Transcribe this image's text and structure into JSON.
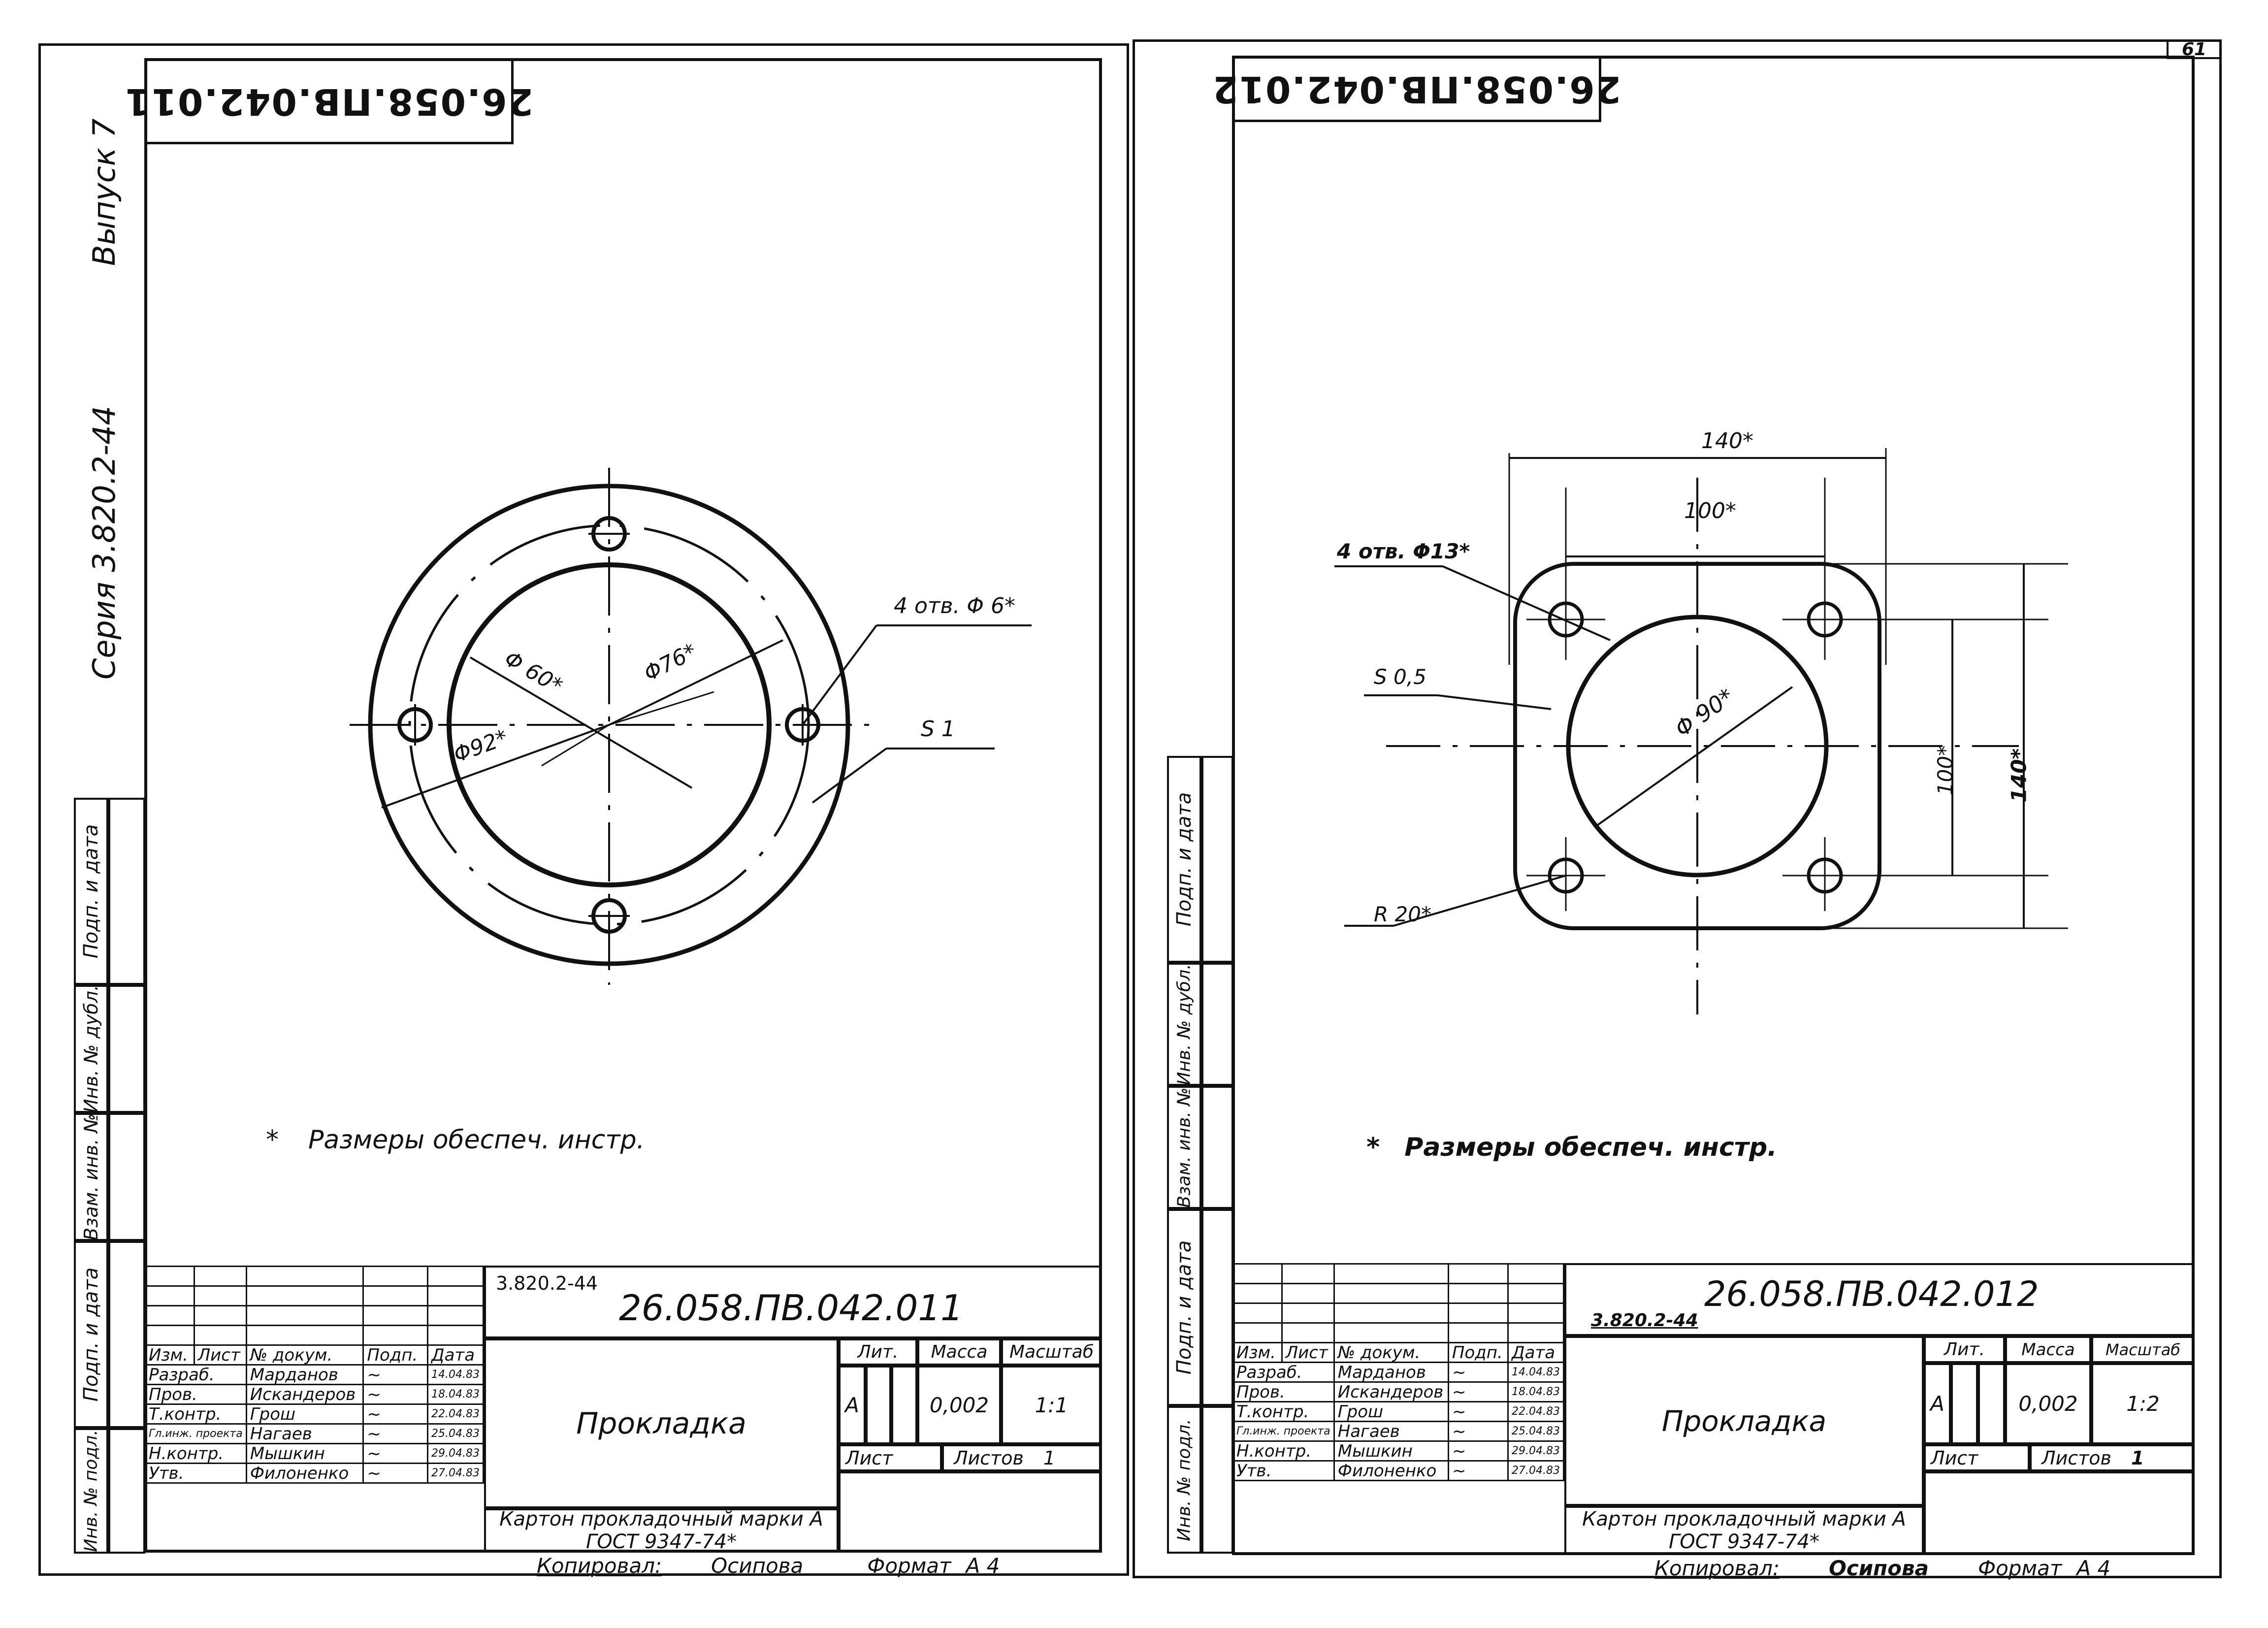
{
  "page_number": "61",
  "left_strip": {
    "series_label": "Серия 3.820.2-44",
    "issue_label": "Выпуск 7",
    "stamp_fields": [
      "Подп. и дата",
      "Инв. № дубл.",
      "Взам. инв. №",
      "Подп. и дата",
      "Инв. № подл."
    ]
  },
  "sheets": [
    {
      "id": "sheet-011",
      "rotated_code": "26.058.ПВ.042.011",
      "drawing": {
        "type": "ring-gasket",
        "labels": {
          "bolt_circle": "Φ 60*",
          "inner_diameter": "Φ76*",
          "outer_diameter": "Φ92*",
          "holes": "4 отв. Φ 6*",
          "thickness": "S 1"
        }
      },
      "footnote_mark": "*",
      "footnote": "Размеры обеспеч. инстр.",
      "title_block": {
        "series": "3.820.2-44",
        "designation": "26.058.ПВ.042.011",
        "name": "Прокладка",
        "material_line1": "Картон прокладочный марки А",
        "material_line2": "ГОСТ 9347-74*",
        "headers": {
          "lit": "Лит.",
          "mass": "Масса",
          "scale": "Масштаб",
          "sheet": "Лист",
          "sheets": "Листов"
        },
        "lit_value": "А",
        "mass_value": "0,002",
        "scale_value": "1:1",
        "sheet_value": "",
        "sheets_value": "1",
        "columns": [
          "Изм.",
          "Лист",
          "№ докум.",
          "Подп.",
          "Дата"
        ],
        "rows": [
          {
            "role": "Разраб.",
            "name": "Марданов",
            "date": "14.04.83"
          },
          {
            "role": "Пров.",
            "name": "Искандеров",
            "date": "18.04.83"
          },
          {
            "role": "Т.контр.",
            "name": "Грош",
            "date": "22.04.83"
          },
          {
            "role": "Гл.инж. проекта",
            "name": "Нагаев",
            "date": "25.04.83"
          },
          {
            "role": "Н.контр.",
            "name": "Мышкин",
            "date": "29.04.83"
          },
          {
            "role": "Утв.",
            "name": "Филоненко",
            "date": "27.04.83"
          }
        ],
        "copied_by_label": "Копировал:",
        "copied_by": "Осипова",
        "format_label": "Формат",
        "format": "А 4"
      }
    },
    {
      "id": "sheet-012",
      "rotated_code": "26.058.ПВ.042.012",
      "drawing": {
        "type": "square-flange-gasket",
        "labels": {
          "width_outer": "140*",
          "width_holes": "100*",
          "holes": "4 отв. Φ13*",
          "thickness": "S 0,5",
          "bore": "Φ 90*",
          "height_holes": "100*",
          "height_outer": "140*",
          "corner_radius": "R 20*"
        }
      },
      "footnote_mark": "*",
      "footnote": "Размеры обеспеч. инстр.",
      "title_block": {
        "series": "3.820.2-44",
        "designation": "26.058.ПВ.042.012",
        "name": "Прокладка",
        "material_line1": "Картон прокладочный марки А",
        "material_line2": "ГОСТ 9347-74*",
        "headers": {
          "lit": "Лит.",
          "mass": "Масса",
          "scale": "Масштаб",
          "sheet": "Лист",
          "sheets": "Листов"
        },
        "lit_value": "А",
        "mass_value": "0,002",
        "scale_value": "1:2",
        "sheet_value": "",
        "sheets_value": "1",
        "columns": [
          "Изм.",
          "Лист",
          "№ докум.",
          "Подп.",
          "Дата"
        ],
        "rows": [
          {
            "role": "Разраб.",
            "name": "Марданов",
            "date": "14.04.83"
          },
          {
            "role": "Пров.",
            "name": "Искандеров",
            "date": "18.04.83"
          },
          {
            "role": "Т.контр.",
            "name": "Грош",
            "date": "22.04.83"
          },
          {
            "role": "Гл.инж. проекта",
            "name": "Нагаев",
            "date": "25.04.83"
          },
          {
            "role": "Н.контр.",
            "name": "Мышкин",
            "date": "29.04.83"
          },
          {
            "role": "Утв.",
            "name": "Филоненко",
            "date": "27.04.83"
          }
        ],
        "copied_by_label": "Копировал:",
        "copied_by": "Осипова",
        "format_label": "Формат",
        "format": "А 4"
      }
    }
  ]
}
